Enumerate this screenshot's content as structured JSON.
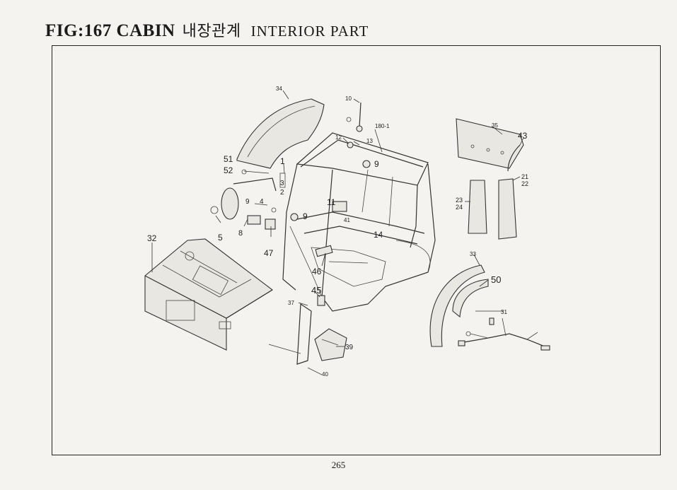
{
  "header": {
    "fig": "FIG:167",
    "section": "CABIN",
    "korean": "내장관계",
    "english": "INTERIOR PART"
  },
  "callouts": {
    "c34": "34",
    "c10": "10",
    "c180_1": "180-1",
    "c12": "12",
    "c13": "13",
    "c9a": "9",
    "c1": "1",
    "c51": "51",
    "c52": "52",
    "c3": "3",
    "c2": "2",
    "c9b": "9",
    "c4": "4",
    "c9c": "9",
    "c11": "11",
    "c41": "41",
    "c14": "14",
    "c8": "8",
    "c5": "5",
    "c47": "47",
    "c32": "32",
    "c46": "46",
    "c45": "45",
    "c37": "37",
    "c39": "39",
    "c40": "40",
    "c35": "35",
    "c43": "43",
    "c21": "21",
    "c22": "22",
    "c23": "23",
    "c24": "24",
    "c33": "33",
    "c50": "50",
    "c31": "31"
  },
  "footer": {
    "page_number": "265"
  }
}
